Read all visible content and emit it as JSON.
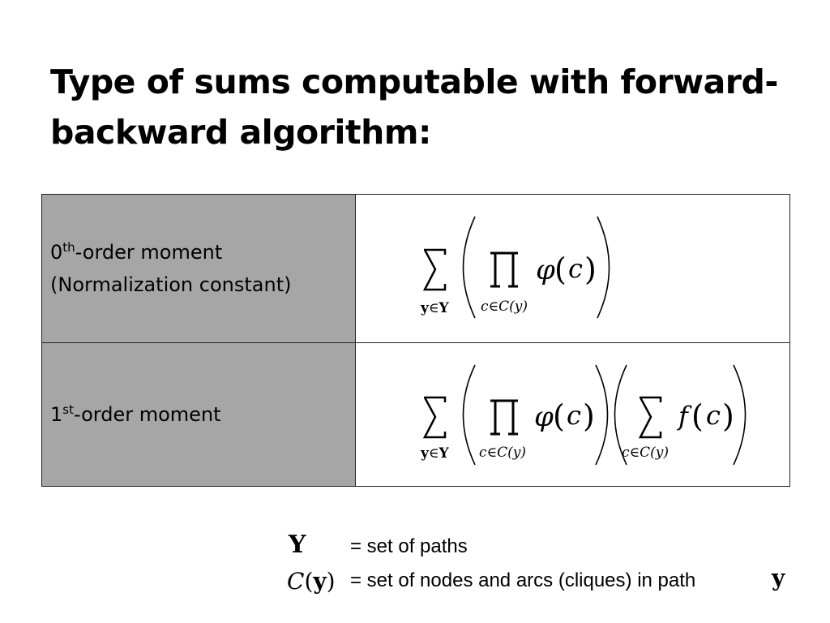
{
  "slide": {
    "title_line1": "Type of sums computable with forward-",
    "title_line2": "backward algorithm:"
  },
  "table": {
    "rows": [
      {
        "order_num": "0",
        "order_sup": "th",
        "label_rest": "-order moment",
        "label_line2": "(Normalization constant)",
        "formula": {
          "outer_sub_y": "y",
          "outer_sub_in": "∈",
          "outer_sub_Y": "Y",
          "prod_sub": "c∈C(y)",
          "phi": "φ",
          "c": "c"
        }
      },
      {
        "order_num": "1",
        "order_sup": "st",
        "label_rest": "-order moment",
        "formula": {
          "outer_sub_y": "y",
          "outer_sub_in": "∈",
          "outer_sub_Y": "Y",
          "prod_sub": "c∈C(y)",
          "phi": "φ",
          "c": "c",
          "inner_sum_sub": "c∈C(y)",
          "f": "f"
        }
      }
    ]
  },
  "legend": {
    "items": [
      {
        "symbol": "Y",
        "text": "= set of paths"
      },
      {
        "symbol": "C(y)",
        "text": "= set of nodes and arcs (cliques) in path",
        "trailing_symbol": "y"
      }
    ]
  }
}
